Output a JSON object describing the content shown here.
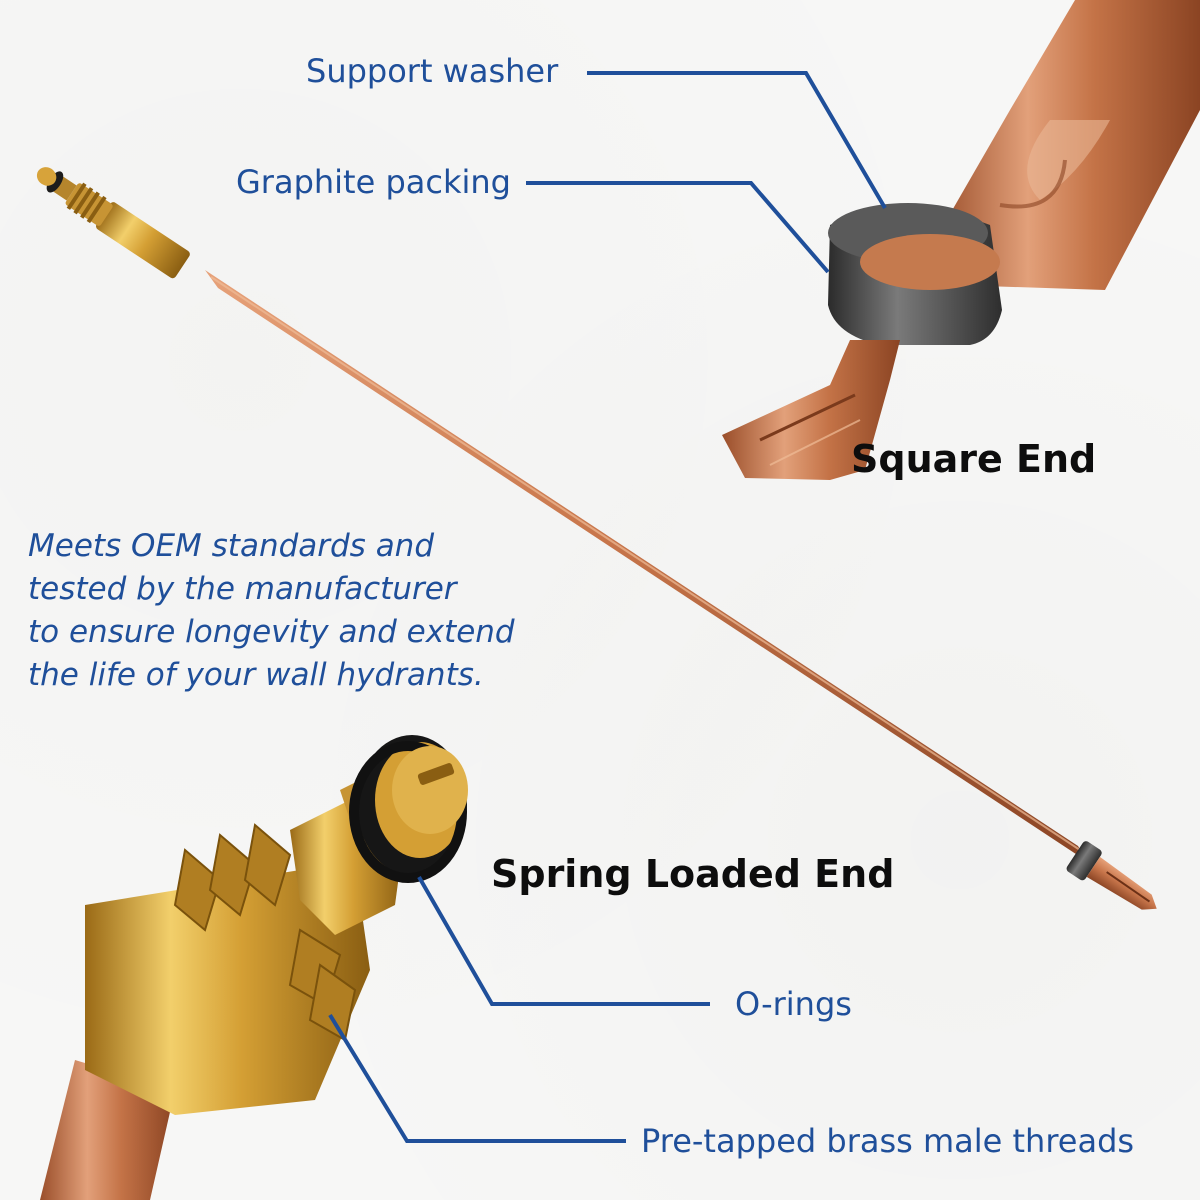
{
  "callouts": {
    "support_washer": "Support washer",
    "graphite_packing": "Graphite packing",
    "o_rings": "O-rings",
    "brass_threads": "Pre-tapped brass male threads"
  },
  "headings": {
    "square_end": "Square End",
    "spring_loaded_end": "Spring Loaded End"
  },
  "description": {
    "lines": [
      "Meets OEM standards and",
      "tested by the manufacturer",
      "to ensure longevity and extend",
      "the life of your wall hydrants."
    ]
  },
  "colors": {
    "callout_text": "#1f4f9a",
    "leader_line": "#1f4f9a",
    "heading_text": "#0d0d0d",
    "copper": "#c7774c",
    "brass": "#d7a33a",
    "graphite": "#4a4a4a"
  }
}
